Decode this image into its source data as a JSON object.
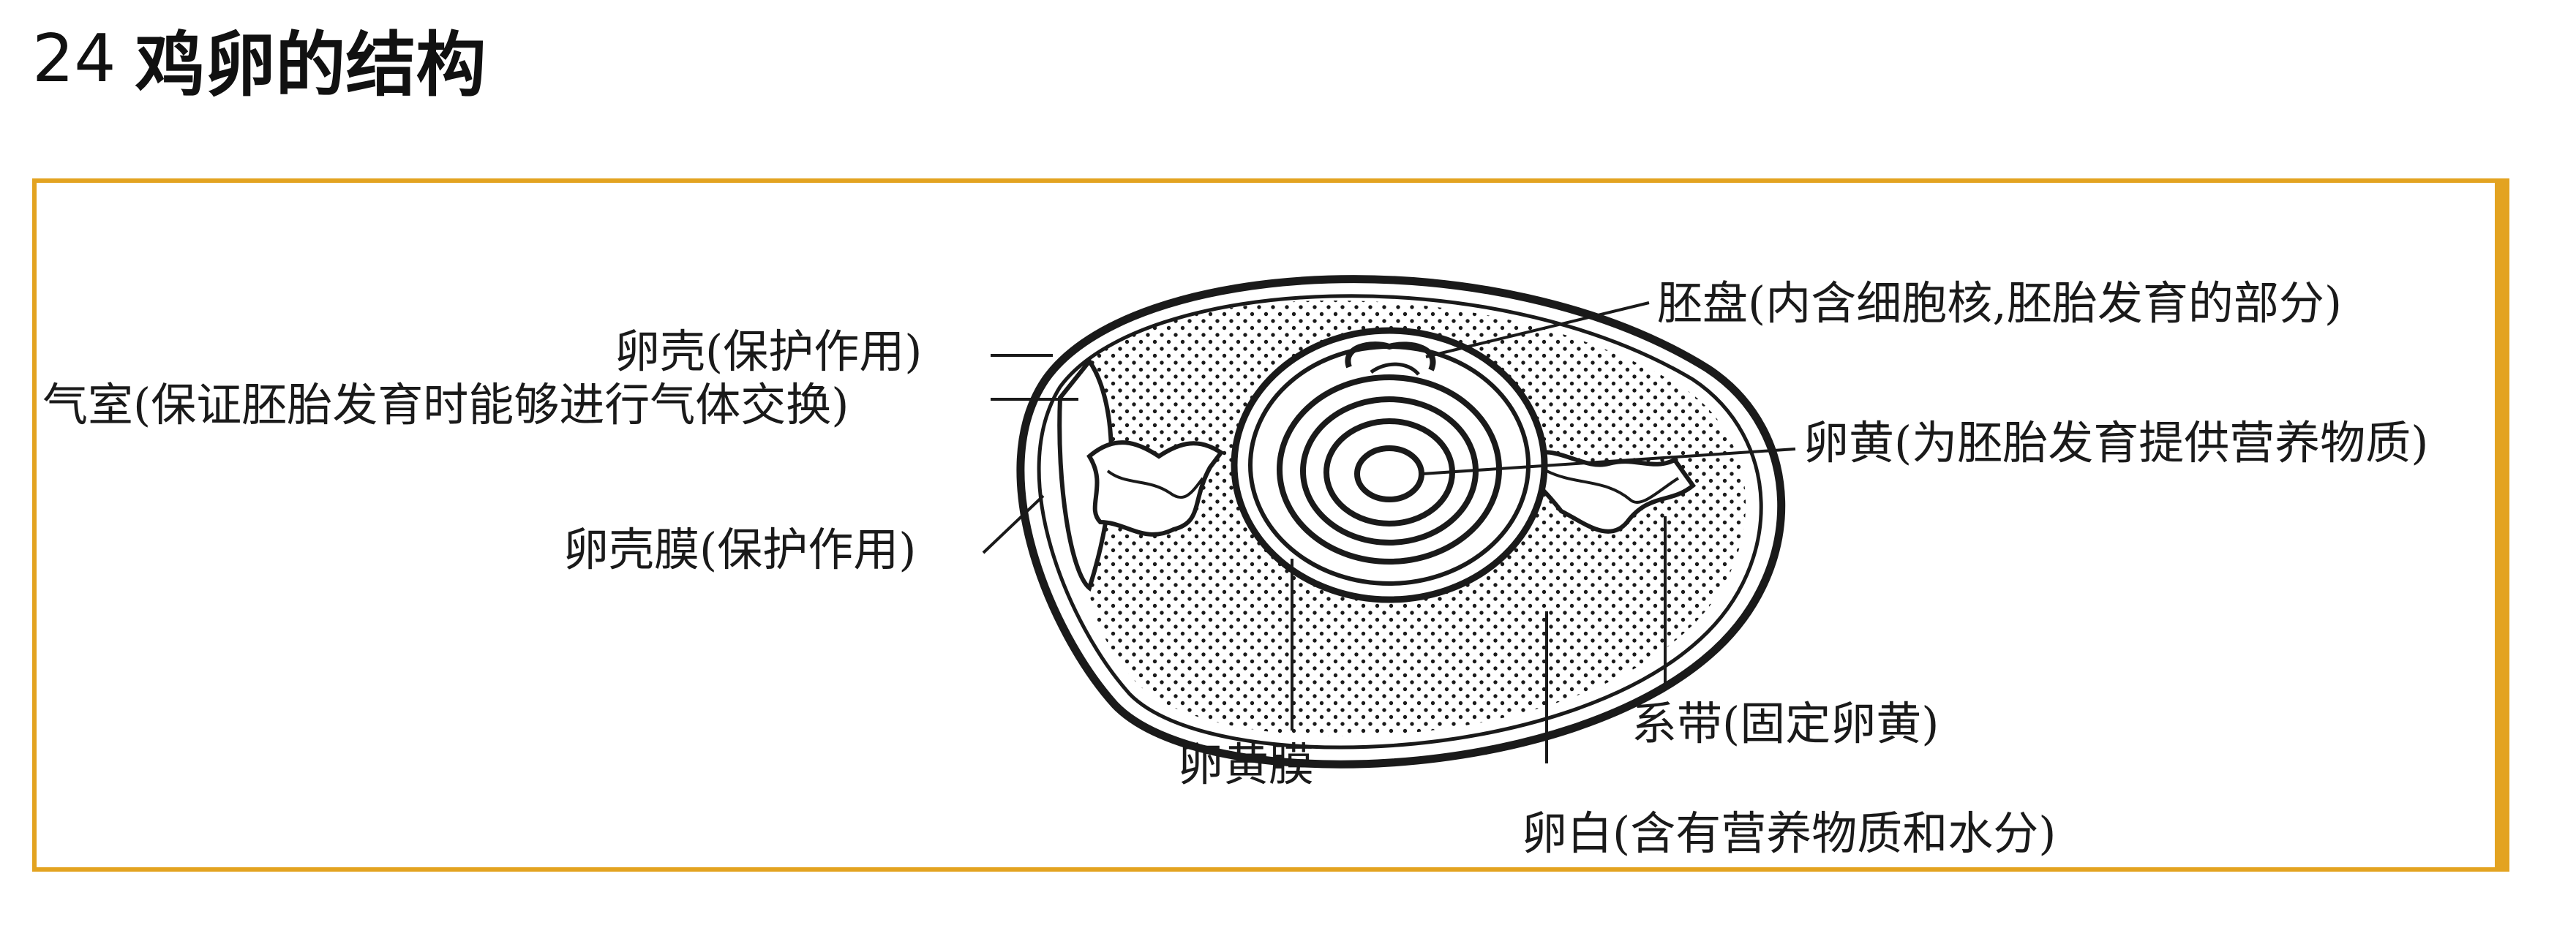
{
  "heading": {
    "number": "24",
    "title": "鸡卵的结构"
  },
  "labels": {
    "shell": "卵壳(保护作用)",
    "air_cell": "气室(保证胚胎发育时能够进行气体交换)",
    "shell_membrane": "卵壳膜(保护作用)",
    "vitelline_membrane": "卵黄膜",
    "chalaza": "系带(固定卵黄)",
    "albumen": "卵白(含有营养物质和水分)",
    "germinal_disc": "胚盘(内含细胞核,胚胎发育的部分)",
    "yolk": "卵黄(为胚胎发育提供营养物质)"
  },
  "colors": {
    "frame_border": "#e3a320",
    "ink": "#1a1a1a"
  }
}
